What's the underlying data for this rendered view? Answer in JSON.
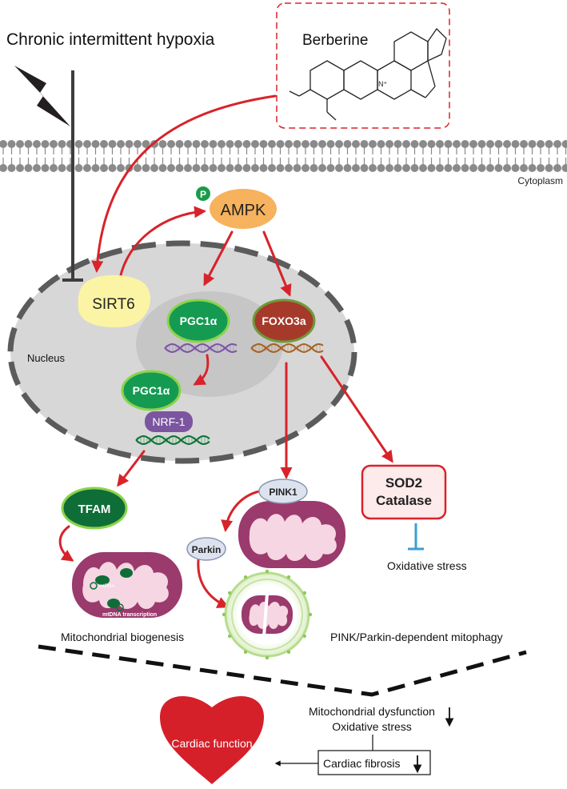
{
  "title": "Chronic intermittent hypoxia",
  "drug": "Berberine",
  "regions": {
    "cytoplasm": "Cytoplasm",
    "nucleus": "Nucleus"
  },
  "nodes": {
    "ampk": "AMPK",
    "phospho": "P",
    "sirt6": "SIRT6",
    "pgc1a_top": "PGC1α",
    "pgc1a_bottom": "PGC1α",
    "foxo3a": "FOXO3a",
    "nrf1": "NRF-1",
    "tfam": "TFAM",
    "pink1": "PINK1",
    "parkin": "Parkin",
    "sod2": "SOD2",
    "catalase": "Catalase"
  },
  "mito_labels": {
    "mtdna": "mtDNA",
    "transcription": "mtDNA transcription"
  },
  "outcomes": {
    "biogenesis": "Mitochondrial biogenesis",
    "mitophagy": "PINK/Parkin-dependent mitophagy",
    "oxidative_stress": "Oxidative stress"
  },
  "summary": {
    "dysfunction": "Mitochondrial dysfunction",
    "oxidative_stress": "Oxidative stress",
    "fibrosis": "Cardiac fibrosis",
    "cardiac_function": "Cardiac function"
  },
  "colors": {
    "arrow_red": "#d8232a",
    "inhibit_blue": "#3a9fd6",
    "ampk_orange": "#f6b25c",
    "sirt6_yellow": "#fbf4a4",
    "pgc_green": "#159a52",
    "foxo_red": "#a63a2a",
    "nrf_purple": "#7b55a0",
    "tfam_green": "#0f6e37",
    "mito_purple": "#9b3a6c",
    "heart_red": "#d5202a",
    "nucleus_gray": "#d7d7d7"
  }
}
